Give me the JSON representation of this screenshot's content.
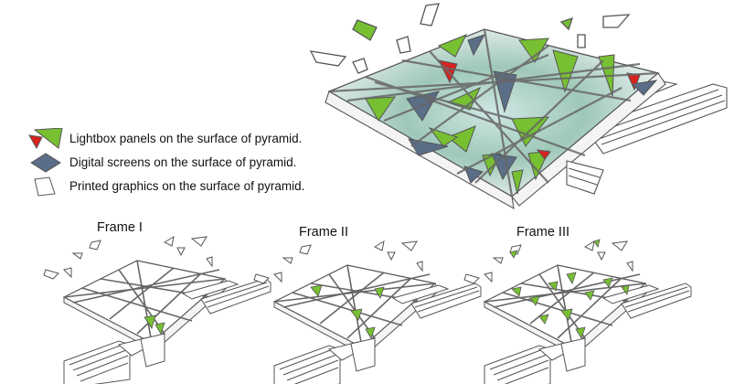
{
  "legend": {
    "items": [
      {
        "label": "Lightbox panels on the surface of pyramid.",
        "icon": "lightbox-panel-icon",
        "colors": [
          "#77c032",
          "#d9231f"
        ]
      },
      {
        "label": "Digital screens on the surface of pyramid.",
        "icon": "digital-screen-icon",
        "colors": [
          "#5a6e87"
        ]
      },
      {
        "label": "Printed graphics on the surface of pyramid.",
        "icon": "printed-graphic-icon",
        "colors": [
          "#ffffff"
        ]
      }
    ]
  },
  "frames": [
    {
      "title": "Frame I"
    },
    {
      "title": "Frame II"
    },
    {
      "title": "Frame III"
    }
  ],
  "colors": {
    "lightbox_green": "#77c032",
    "lightbox_red": "#d9231f",
    "digital_screen": "#5a6e87",
    "line": "#555555"
  }
}
